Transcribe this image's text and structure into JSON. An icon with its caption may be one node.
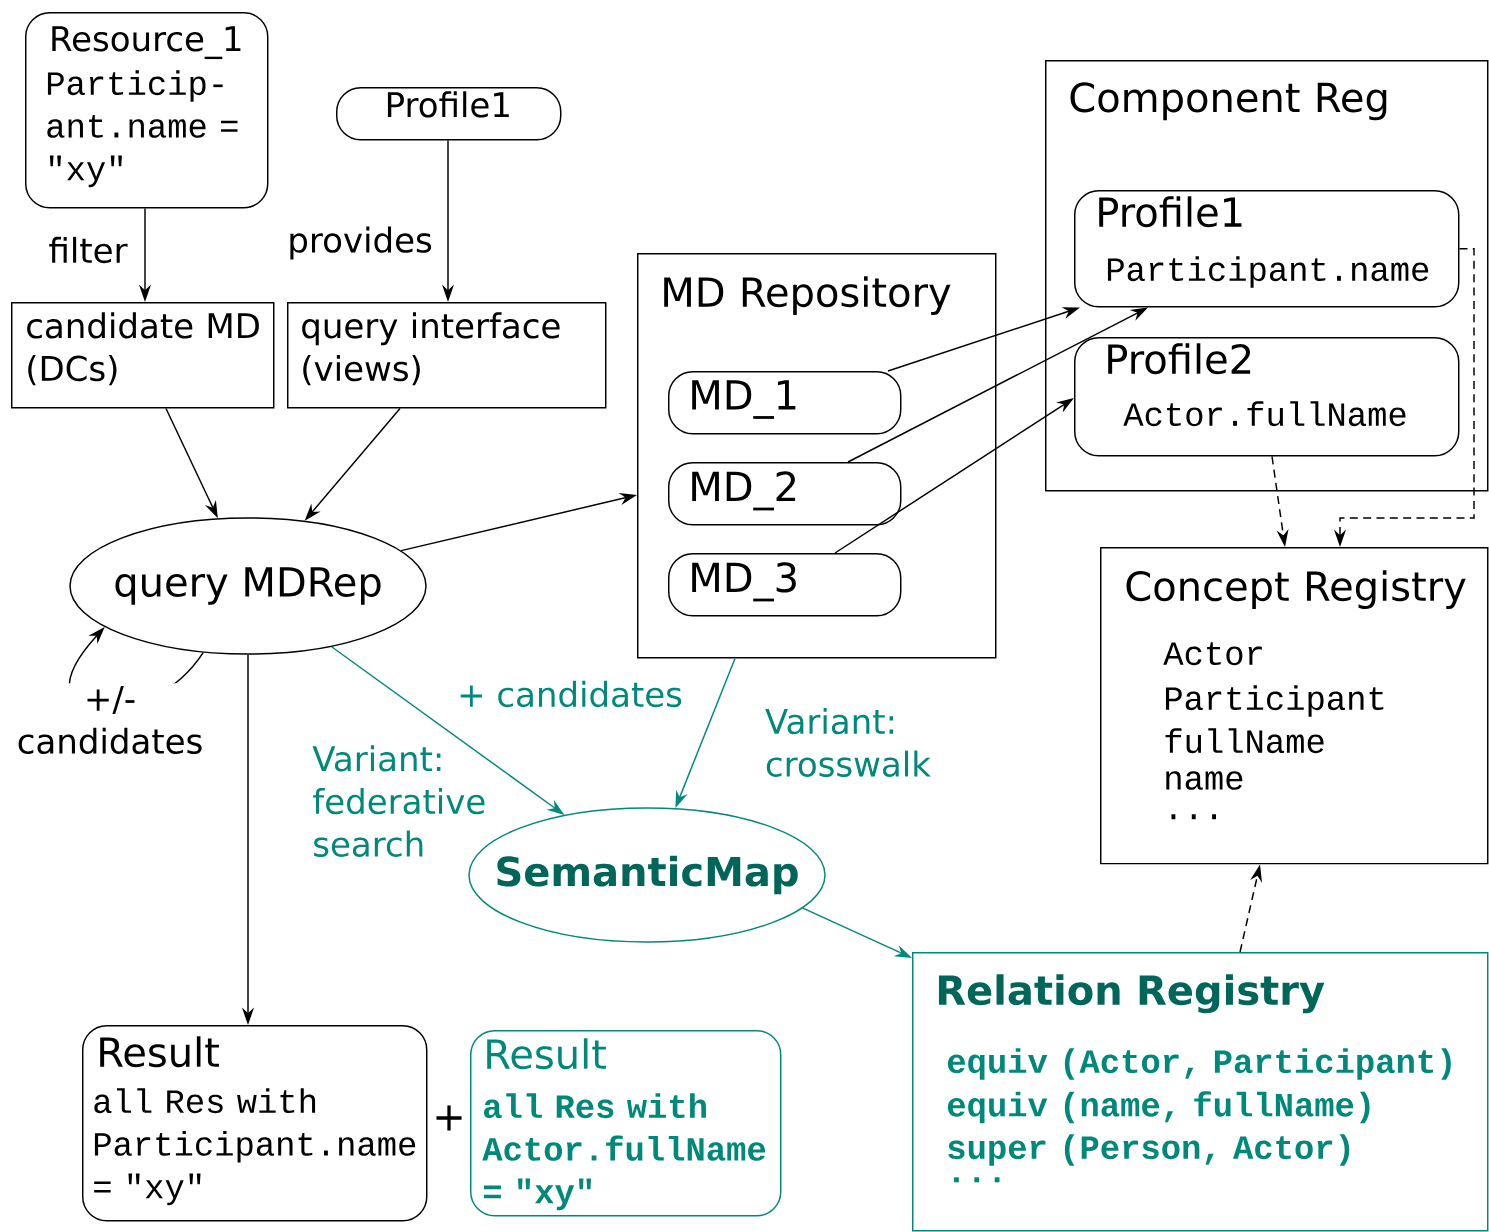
{
  "diagram": {
    "nodes": [
      {
        "text": [
          "Resource_1",
          "Particip- ant.name = \"xy\""
        ]
      },
      {
        "text": [
          "Profile1"
        ]
      },
      {
        "text": [
          "candidate MD (DCs)"
        ]
      },
      {
        "text": [
          "query interface (views)"
        ]
      },
      {
        "text": [
          "query MDRep"
        ]
      },
      {
        "text": [
          "MD Repository"
        ]
      },
      {
        "text": [
          "MD_1"
        ],
        "in": 5
      },
      {
        "text": [
          "MD_2"
        ],
        "in": 5
      },
      {
        "text": [
          "MD_3"
        ],
        "in": 5
      },
      {
        "text": [
          "Component Reg"
        ]
      },
      {
        "text": [
          "Profile1",
          "Participant.name"
        ],
        "in": 9
      },
      {
        "text": [
          "Profile2",
          "Actor.fullName"
        ],
        "in": 9
      },
      {
        "text": [
          "Concept Registry",
          "Actor",
          "Participant",
          "fullName",
          "name",
          "..."
        ]
      },
      {
        "text": [
          "SemanticMap"
        ]
      },
      {
        "text": [
          "Relation Registry",
          "equiv (Actor, Participant)",
          "equiv (name, fullName)",
          "super (Person, Actor)",
          "..."
        ]
      },
      {
        "text": [
          "Result",
          "all Res with Participant.name = \"xy\""
        ]
      },
      {
        "text": [
          "Result",
          "all Res with Actor.fullName = \"xy\""
        ]
      }
    ],
    "edges": [
      {
        "from": 0,
        "to": 2,
        "arrow": "to",
        "label": "filter"
      },
      {
        "from": 1,
        "to": 3,
        "arrow": "to",
        "label": "provides"
      },
      {
        "from": 2,
        "to": 4,
        "arrow": "to"
      },
      {
        "from": 3,
        "to": 4,
        "arrow": "to"
      },
      {
        "from": 4,
        "to": 5,
        "arrow": "to"
      },
      {
        "from": 4,
        "to": 4,
        "arrow": "to",
        "label": "+/- candidates"
      },
      {
        "from": 6,
        "to": 10,
        "arrow": "to"
      },
      {
        "from": 7,
        "to": 10,
        "arrow": "to"
      },
      {
        "from": 8,
        "to": 11,
        "arrow": "to"
      },
      {
        "from": 10,
        "to": 12,
        "arrow": "to",
        "style": "dashed"
      },
      {
        "from": 11,
        "to": 12,
        "arrow": "to",
        "style": "dashed"
      },
      {
        "from": 4,
        "to": 15,
        "arrow": "to"
      },
      {
        "from": 4,
        "to": 13,
        "arrow": "to",
        "label": "+ candidates",
        "color": "#00897b"
      },
      {
        "from": 5,
        "to": 13,
        "arrow": "to",
        "label": "Variant: crosswalk",
        "color": "#00897b"
      },
      {
        "from": 13,
        "to": 14,
        "arrow": "to",
        "color": "#00897b"
      },
      {
        "from": 14,
        "to": 12,
        "arrow": "to",
        "style": "dashed"
      }
    ],
    "labels": [
      "Variant: federative search",
      "+"
    ]
  }
}
